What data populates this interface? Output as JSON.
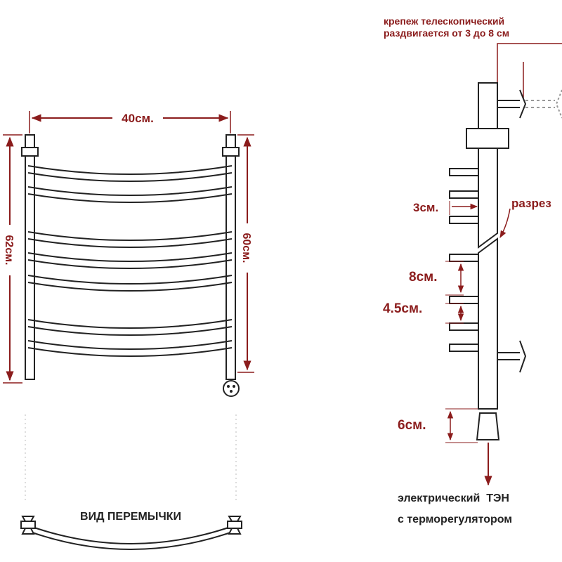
{
  "colors": {
    "annotation": "#8b1c1c",
    "outline": "#222222",
    "background": "#ffffff"
  },
  "left_view": {
    "width_label": "40см.",
    "height_left_label": "62см.",
    "height_right_label": "60см.",
    "crossbar_view_label": "ВИД ПЕРЕМЫЧКИ"
  },
  "right_view": {
    "mount_note_line1": "крепеж телескопический",
    "mount_note_line2": "раздвигается от 3 до 8 см",
    "rung_offset_label": "3см.",
    "cut_label": "разрез",
    "rung_gap_label": "8см.",
    "rung_spacing_label": "4.5см.",
    "heater_gap_label": "6см.",
    "heater_line1": "электрический  ТЭН",
    "heater_line2": "с терморегулятором"
  }
}
